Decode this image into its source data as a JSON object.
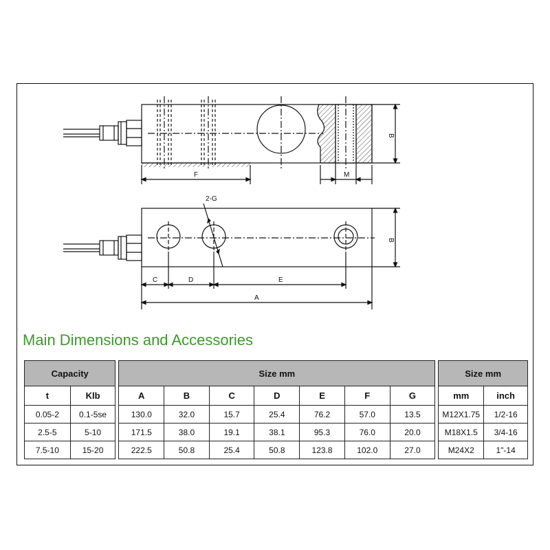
{
  "drawing": {
    "side_view": {
      "labels": {
        "F": "F",
        "M": "M",
        "B": "B"
      }
    },
    "top_view": {
      "labels": {
        "hole": "2-G",
        "B": "B",
        "C": "C",
        "D": "D",
        "E": "E",
        "A": "A"
      }
    }
  },
  "section_title": "Main Dimensions and Accessories",
  "table": {
    "group_headers": {
      "capacity": "Capacity",
      "size_mm": "Size mm",
      "thread_size": "Size mm"
    },
    "columns": [
      "t",
      "Klb",
      "A",
      "B",
      "C",
      "D",
      "E",
      "F",
      "G",
      "mm",
      "inch"
    ],
    "rows": [
      [
        "0.05-2",
        "0.1-5se",
        "130.0",
        "32.0",
        "15.7",
        "25.4",
        "76.2",
        "57.0",
        "13.5",
        "M12X1.75",
        "1/2-16"
      ],
      [
        "2.5-5",
        "5-10",
        "171.5",
        "38.0",
        "19.1",
        "38.1",
        "95.3",
        "76.0",
        "20.0",
        "M18X1.5",
        "3/4-16"
      ],
      [
        "7.5-10",
        "15-20",
        "222.5",
        "50.8",
        "25.4",
        "50.8",
        "123.8",
        "102.0",
        "27.0",
        "M24X2",
        "1\"-14"
      ]
    ]
  },
  "colors": {
    "title": "#3c9a2b",
    "header_fill": "#b7b7b7",
    "line": "#111111"
  }
}
